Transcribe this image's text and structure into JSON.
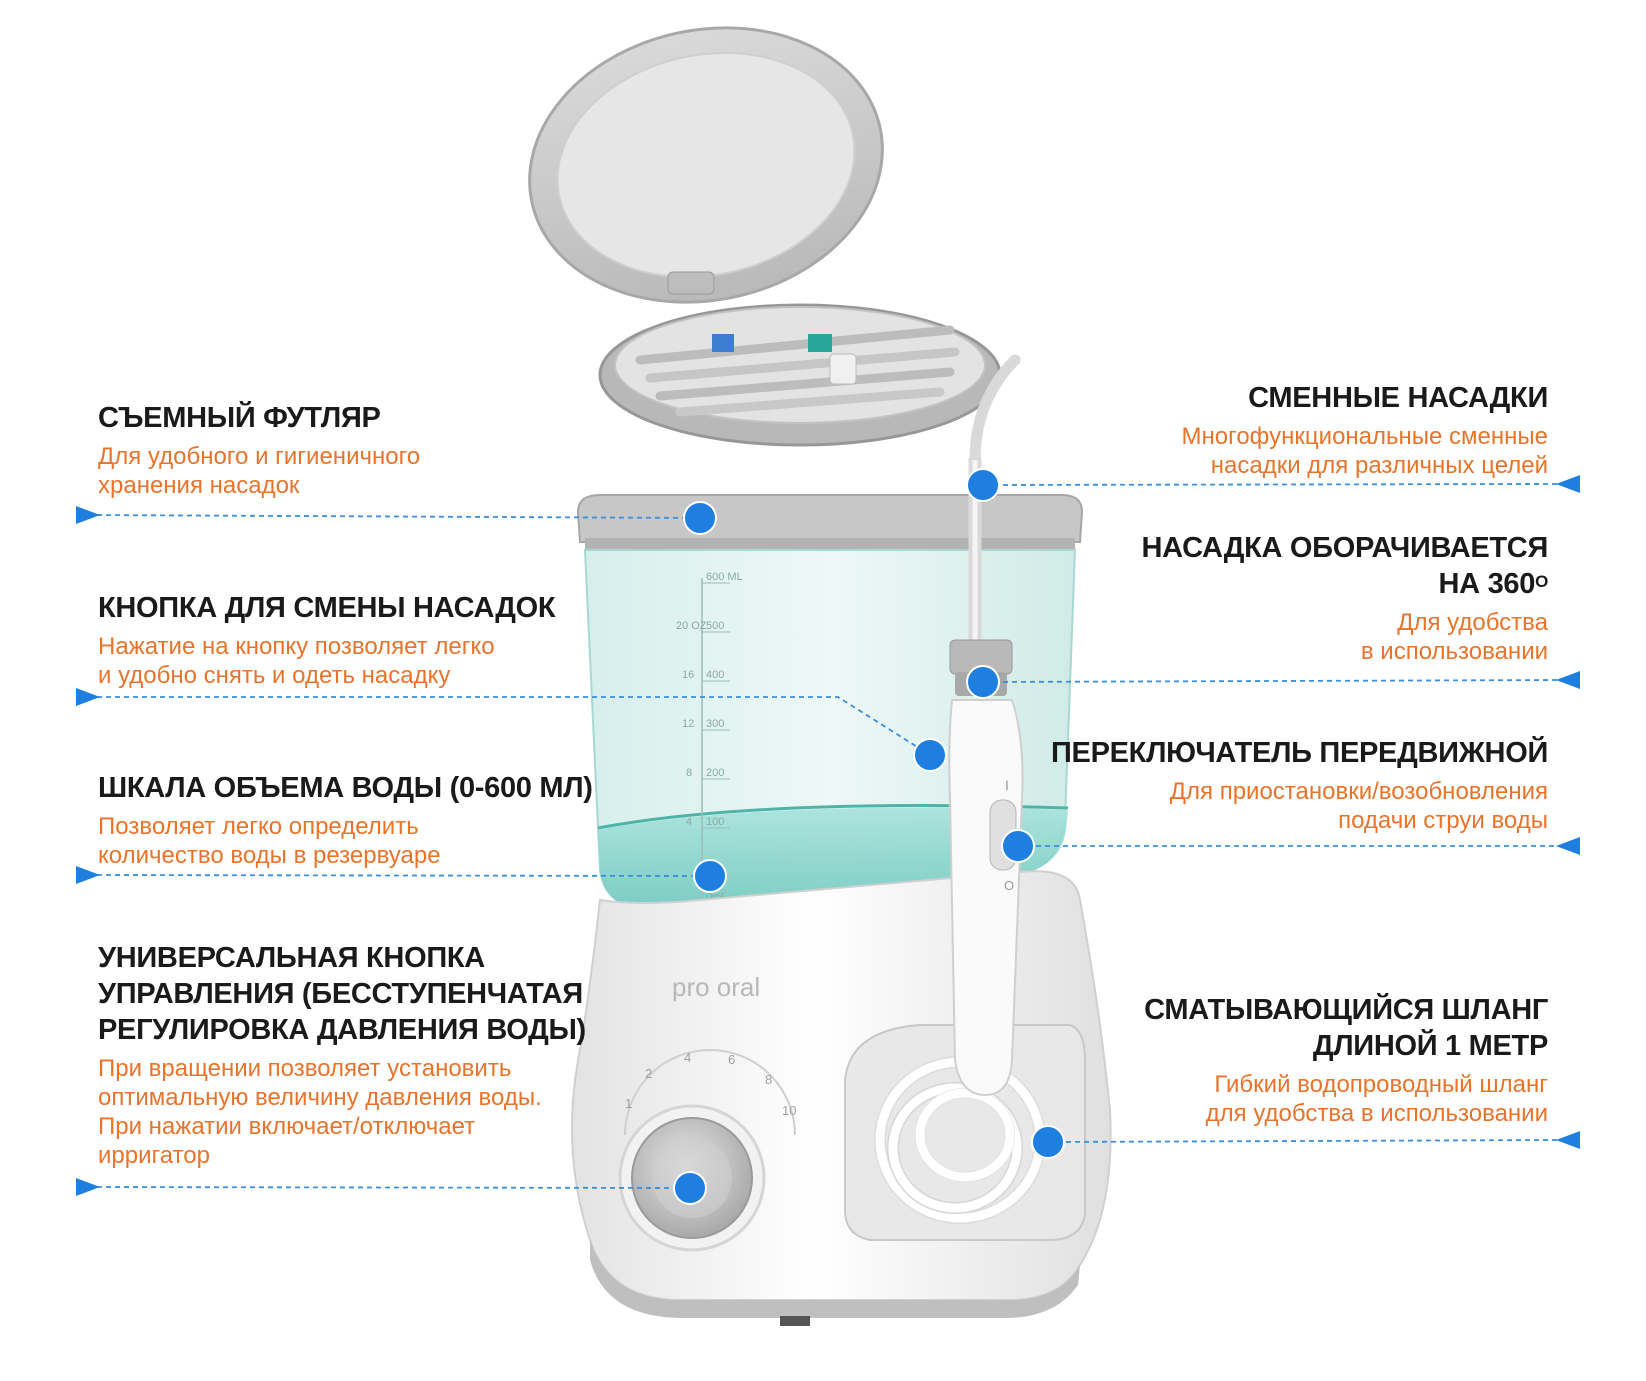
{
  "colors": {
    "title": "#1a1a1a",
    "description": "#e8742c",
    "leader_line": "#3a8fdc",
    "dot": "#1e7fe0",
    "water": "#8fd8d0",
    "body": "#f4f4f4",
    "case": "#c9c9c9"
  },
  "brand": {
    "logo_text": "pro oral"
  },
  "tank_scale": {
    "ml_marks": [
      "600 ML",
      "500",
      "400",
      "300",
      "200",
      "100",
      "0ml"
    ],
    "oz_marks": [
      "20 OZ",
      "16",
      "12",
      "8",
      "4"
    ]
  },
  "dial": {
    "marks": [
      "1",
      "2",
      "4",
      "6",
      "8",
      "10"
    ]
  },
  "switch_marks": {
    "on": "I",
    "off": "O"
  },
  "callouts": {
    "case": {
      "title": "СЪЕМНЫЙ ФУТЛЯР",
      "desc": "Для удобного и гигиеничного\nхранения насадок"
    },
    "nozzle_button": {
      "title": "КНОПКА ДЛЯ СМЕНЫ НАСАДОК",
      "desc": "Нажатие на кнопку позволяет легко\nи удобно снять и одеть насадку"
    },
    "water_scale": {
      "title": "ШКАЛА ОБЪЕМА ВОДЫ (0-600 МЛ)",
      "desc": "Позволяет легко определить\nколичество воды в резервуаре"
    },
    "control_knob": {
      "title": "УНИВЕРСАЛЬНАЯ КНОПКА\nУПРАВЛЕНИЯ (БЕССТУПЕНЧАТАЯ\nРЕГУЛИРОВКА ДАВЛЕНИЯ ВОДЫ)",
      "desc": "При вращении позволяет установить\nоптимальную величину давления воды.\nПри нажатии включает/отключает\nирригатор"
    },
    "nozzles": {
      "title": "СМЕННЫЕ НАСАДКИ",
      "desc": "Многофункциональные сменные\nнасадки для различных целей"
    },
    "rotation": {
      "title": "НАСАДКА ОБОРАЧИВАЕТСЯ\nНА 360",
      "title_sup": "О",
      "desc": "Для удобства\nв использовании"
    },
    "switch": {
      "title": "ПЕРЕКЛЮЧАТЕЛЬ ПЕРЕДВИЖНОЙ",
      "desc": "Для приостановки/возобновления\nподачи струи воды"
    },
    "hose": {
      "title": "СМАТЫВАЮЩИЙСЯ ШЛАНГ\nДЛИНОЙ 1 МЕТР",
      "desc": "Гибкий водопроводный шланг\nдля удобства в использовании"
    }
  }
}
